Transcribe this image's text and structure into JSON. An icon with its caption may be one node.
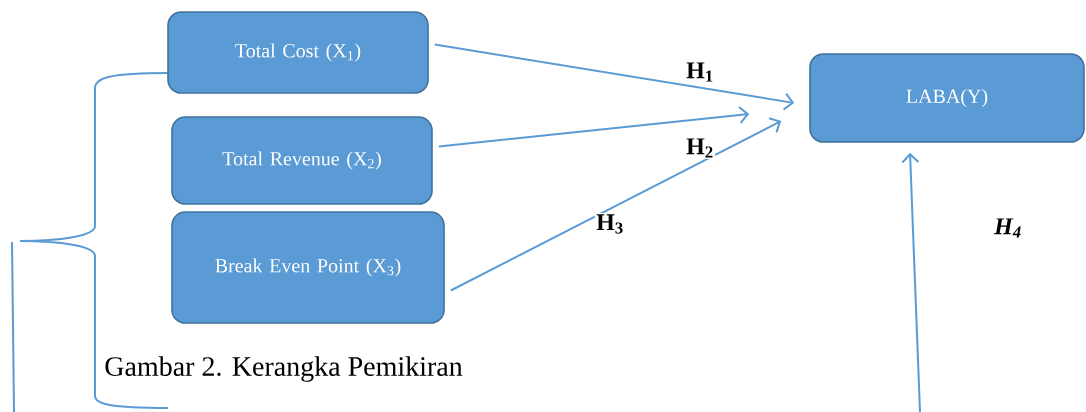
{
  "diagram": {
    "caption": "Gambar 2. Kerangka Pemikiran",
    "nodes": [
      {
        "text": [
          "Total Cost (X$_{1}$)"
        ]
      },
      {
        "text": [
          "Total Revenue (X$_{2}$)"
        ]
      },
      {
        "text": [
          "Break Even Point (X$_{3}$)"
        ]
      },
      {
        "text": [
          "LABA(Y)"
        ]
      }
    ],
    "edges": [
      {
        "from": 0,
        "to": 3,
        "arrow": "to",
        "label": "H$_{1}$"
      },
      {
        "from": 1,
        "to": 3,
        "arrow": "to",
        "label": "H$_{2}$"
      },
      {
        "from": 2,
        "to": 3,
        "arrow": "to",
        "label": "H$_{3}$"
      },
      {
        "from": null,
        "to": 3,
        "arrow": "to",
        "label": "H$_{4}$"
      }
    ]
  }
}
